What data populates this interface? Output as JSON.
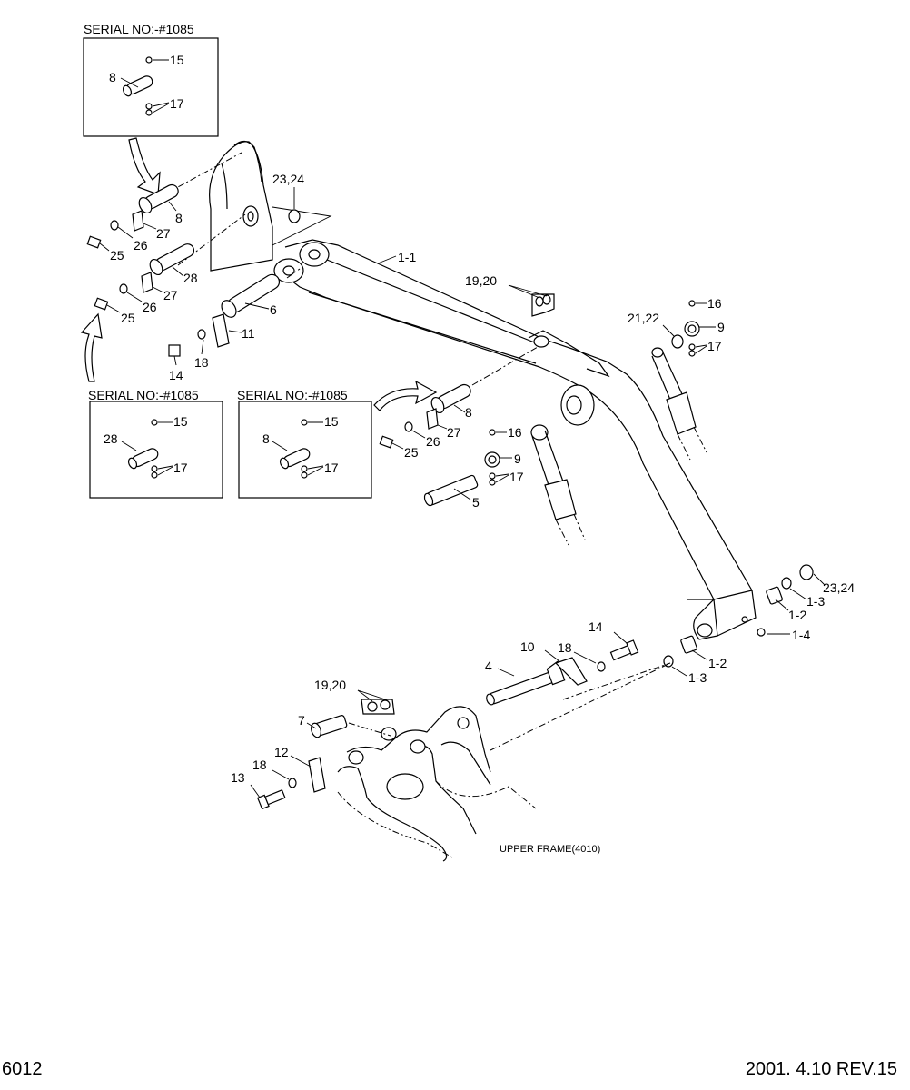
{
  "insets": [
    {
      "title": "SERIAL NO:-#1085",
      "pin": "8",
      "small_labels": [
        "15",
        "17"
      ]
    },
    {
      "title": "SERIAL NO:-#1085",
      "pin": "28",
      "small_labels": [
        "15",
        "17"
      ]
    },
    {
      "title": "SERIAL NO:-#1085",
      "pin": "8",
      "small_labels": [
        "15",
        "17"
      ]
    }
  ],
  "callouts": {
    "c_8a": "8",
    "c_2324a": "23,24",
    "c_27a": "27",
    "c_26a": "26",
    "c_25a": "25",
    "c_28": "28",
    "c_27b": "27",
    "c_26b": "26",
    "c_25b": "25",
    "c_6": "6",
    "c_11": "11",
    "c_18a": "18",
    "c_14a": "14",
    "c_11b": "1-1",
    "c_1920a": "19,20",
    "c_16a": "16",
    "c_2122": "21,22",
    "c_9a": "9",
    "c_17a": "17",
    "c_8b": "8",
    "c_27c": "27",
    "c_26c": "26",
    "c_25c": "25",
    "c_16b": "16",
    "c_9b": "9",
    "c_17b": "17",
    "c_5": "5",
    "c_2324b": "23,24",
    "c_13a": "1-3",
    "c_12a": "1-2",
    "c_14": "1-4",
    "c_12b": "1-2",
    "c_13b": "1-3",
    "c_14b": "14",
    "c_10": "10",
    "c_18b": "18",
    "c_4": "4",
    "c_1920b": "19,20",
    "c_7": "7",
    "c_12": "12",
    "c_18c": "18",
    "c_13": "13"
  },
  "upper_frame_label": "UPPER FRAME(4010)",
  "footer": {
    "page": "6012",
    "revision": "2001. 4.10 REV.15"
  }
}
